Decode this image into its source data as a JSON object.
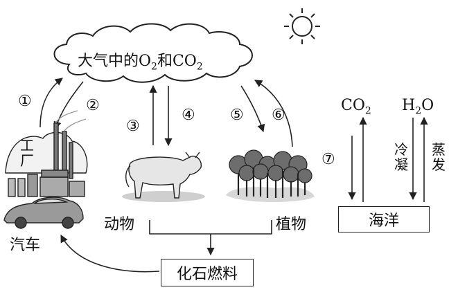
{
  "atmosphere": {
    "prefix": "大气中的O",
    "sub1": "2",
    "mid": "和CO",
    "sub2": "2"
  },
  "nodes": {
    "factory": "工厂",
    "car": "汽车",
    "animal": "动物",
    "plant": "植物",
    "fossil_fuel": "化石燃料",
    "ocean": "海洋"
  },
  "ocean_cycle": {
    "co2": {
      "text": "CO",
      "sub": "2"
    },
    "h2o": {
      "pre": "H",
      "sub": "2",
      "post": "O"
    },
    "condense": "冷凝",
    "evaporate": "蒸发"
  },
  "steps": [
    "①",
    "②",
    "③",
    "④",
    "⑤",
    "⑥",
    "⑦"
  ]
}
